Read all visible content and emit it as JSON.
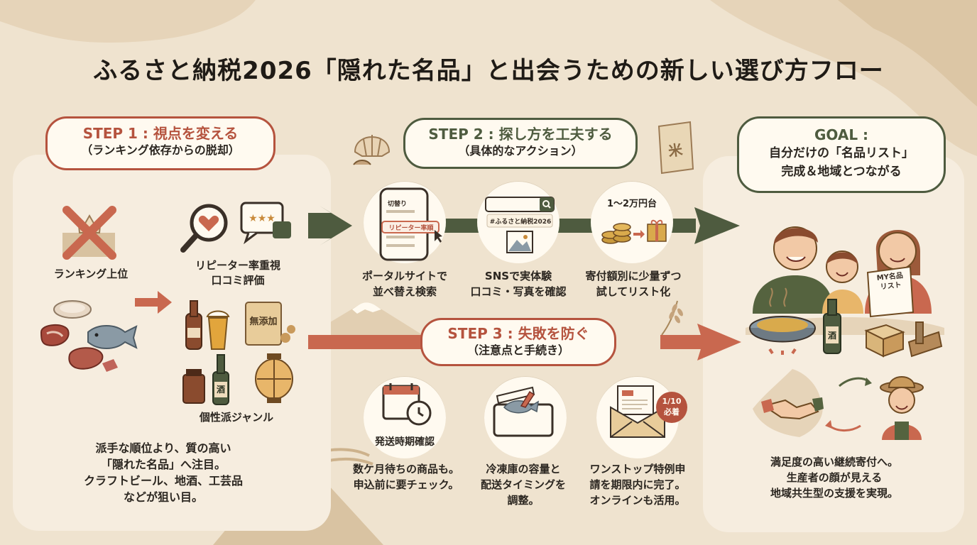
{
  "title": "ふるさと納税2026「隠れた名品」と出会うための新しい選び方フロー",
  "step1": {
    "heading": "STEP 1 : 視点を変える",
    "subheading": "（ランキング依存からの脱却）",
    "ranking_label": "ランキング上位",
    "review_label_1": "リピーター率重視",
    "review_label_2": "口コミ評価",
    "unique_label": "個性派ジャンル",
    "snack_text": "無添加",
    "sake_text": "酒",
    "desc": [
      "派手な順位より、質の高い",
      "「隠れた名品」へ注目。",
      "クラフトビール、地酒、工芸品",
      "などが狙い目。"
    ]
  },
  "step2": {
    "heading": "STEP 2 : 探し方を工夫する",
    "subheading": "（具体的なアクション）",
    "phone_sort": "切替り",
    "phone_highlight": "リピーター率順",
    "sns_search": "#ふるさと納税2026",
    "amount_label": "1〜2万円台",
    "items": [
      {
        "lines": [
          "ポータルサイトで",
          "並べ替え検索"
        ]
      },
      {
        "lines": [
          "SNSで実体験",
          "口コミ・写真を確認"
        ]
      },
      {
        "lines": [
          "寄付額別に少量ずつ",
          "試してリスト化"
        ]
      }
    ]
  },
  "step3": {
    "heading": "STEP 3 : 失敗を防ぐ",
    "subheading": "（注意点と手続き）",
    "cal_label": "発送時期確認",
    "deadline_badge_1": "1/10",
    "deadline_badge_2": "必着",
    "items": [
      {
        "lines": [
          "数ケ月待ちの商品も。",
          "申込前に要チェック。"
        ]
      },
      {
        "lines": [
          "冷凍庫の容量と",
          "配送タイミングを",
          "調整。"
        ]
      },
      {
        "lines": [
          "ワンストップ特例申",
          "請を期限内に完了。",
          "オンラインも活用。"
        ]
      }
    ]
  },
  "goal": {
    "heading": "GOAL :",
    "line1": "自分だけの「名品リスト」",
    "line2": "完成＆地域とつながる",
    "list_text_1": "MY名品",
    "list_text_2": "リスト",
    "sake_text": "酒",
    "desc": [
      "満足度の高い継続寄付へ。",
      "生産者の顔が見える",
      "地域共生型の支援を実現。"
    ]
  },
  "rice_bag_text": "米",
  "colors": {
    "red": "#b5533e",
    "green": "#4e5b3f",
    "bg": "#efe3cf",
    "panel": "#f6eddf"
  }
}
